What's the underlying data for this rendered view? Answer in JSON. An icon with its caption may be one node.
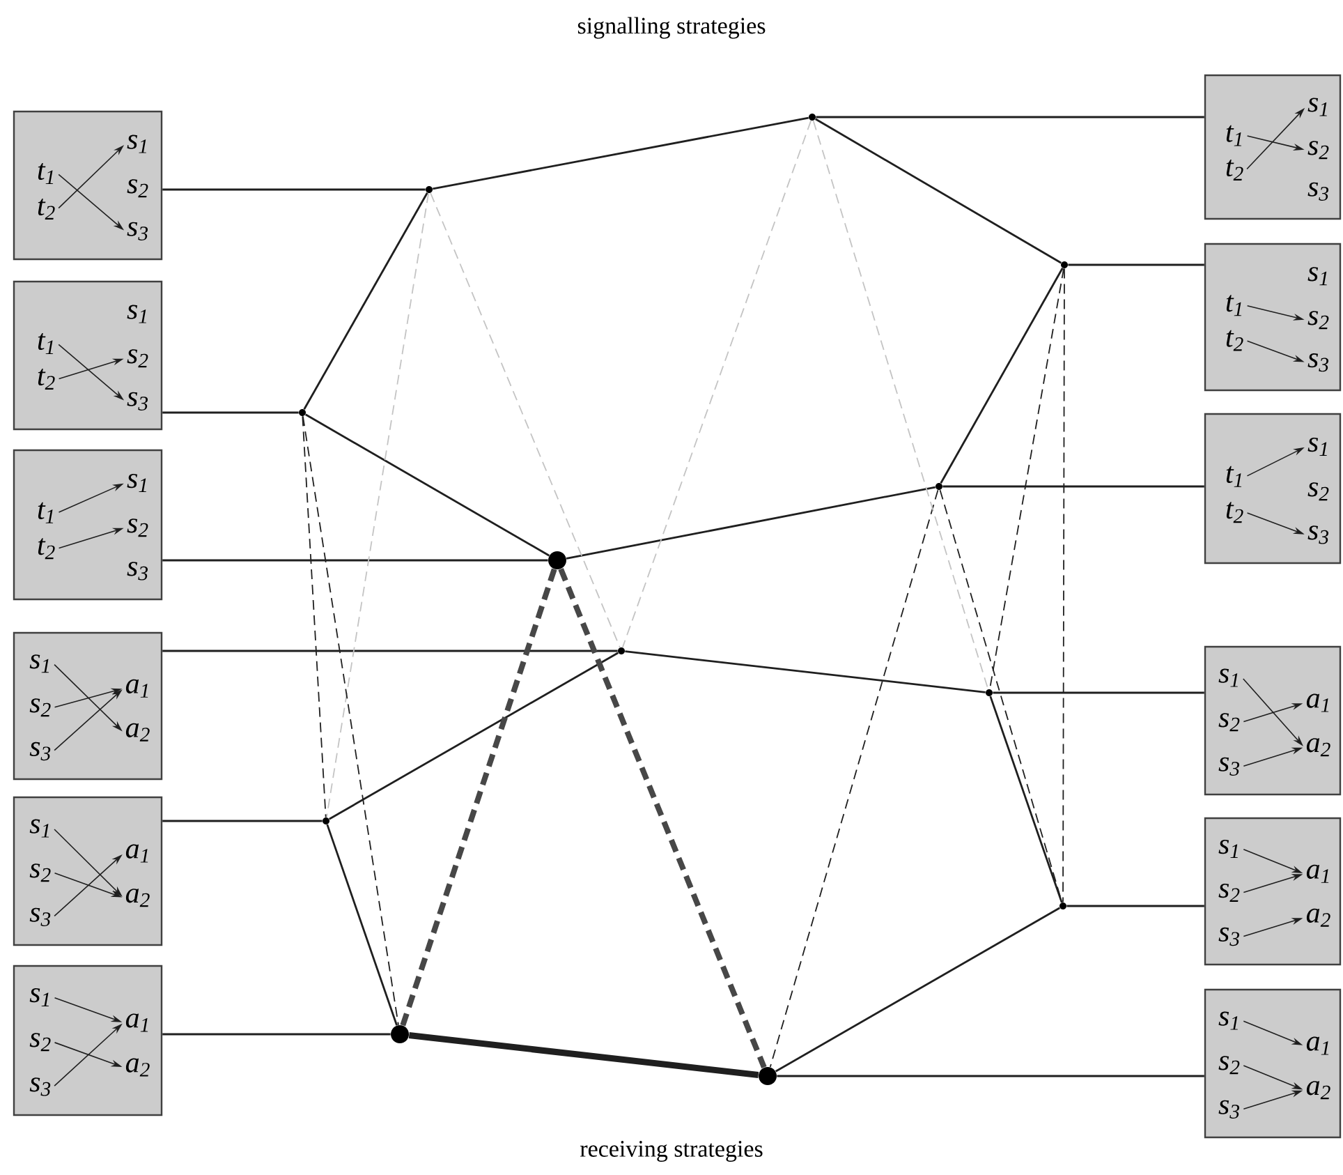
{
  "diagram": {
    "nodes": [
      {
        "text": [],
        "shape": "box"
      },
      {
        "text": [
          "t$_{1}$"
        ],
        "in": 0
      },
      {
        "text": [
          "t$_{2}$"
        ],
        "in": 0
      },
      {
        "text": [
          "s$_{1}$"
        ],
        "in": 0
      },
      {
        "text": [
          "s$_{2}$"
        ],
        "in": 0
      },
      {
        "text": [
          "s$_{3}$"
        ],
        "in": 0
      },
      {
        "text": [],
        "shape": "box"
      },
      {
        "text": [
          "t$_{1}$"
        ],
        "in": 6
      },
      {
        "text": [
          "t$_{2}$"
        ],
        "in": 6
      },
      {
        "text": [
          "s$_{1}$"
        ],
        "in": 6
      },
      {
        "text": [
          "s$_{2}$"
        ],
        "in": 6
      },
      {
        "text": [
          "s$_{3}$"
        ],
        "in": 6
      },
      {
        "text": [],
        "shape": "box"
      },
      {
        "text": [
          "t$_{1}$"
        ],
        "in": 12
      },
      {
        "text": [
          "t$_{2}$"
        ],
        "in": 12
      },
      {
        "text": [
          "s$_{1}$"
        ],
        "in": 12
      },
      {
        "text": [
          "s$_{2}$"
        ],
        "in": 12
      },
      {
        "text": [
          "s$_{3}$"
        ],
        "in": 12
      },
      {
        "text": [],
        "shape": "box"
      },
      {
        "text": [
          "s$_{1}$"
        ],
        "in": 18
      },
      {
        "text": [
          "s$_{2}$"
        ],
        "in": 18
      },
      {
        "text": [
          "s$_{3}$"
        ],
        "in": 18
      },
      {
        "text": [
          "a$_{1}$"
        ],
        "in": 18
      },
      {
        "text": [
          "a$_{2}$"
        ],
        "in": 18
      },
      {
        "text": [],
        "shape": "box"
      },
      {
        "text": [
          "s$_{1}$"
        ],
        "in": 24
      },
      {
        "text": [
          "s$_{2}$"
        ],
        "in": 24
      },
      {
        "text": [
          "s$_{3}$"
        ],
        "in": 24
      },
      {
        "text": [
          "a$_{1}$"
        ],
        "in": 24
      },
      {
        "text": [
          "a$_{2}$"
        ],
        "in": 24
      },
      {
        "text": [],
        "shape": "box"
      },
      {
        "text": [
          "s$_{1}$"
        ],
        "in": 30
      },
      {
        "text": [
          "s$_{2}$"
        ],
        "in": 30
      },
      {
        "text": [
          "s$_{3}$"
        ],
        "in": 30
      },
      {
        "text": [
          "a$_{1}$"
        ],
        "in": 30
      },
      {
        "text": [
          "a$_{2}$"
        ],
        "in": 30
      },
      {
        "text": [],
        "shape": "box"
      },
      {
        "text": [
          "t$_{1}$"
        ],
        "in": 36
      },
      {
        "text": [
          "t$_{2}$"
        ],
        "in": 36
      },
      {
        "text": [
          "s$_{1}$"
        ],
        "in": 36
      },
      {
        "text": [
          "s$_{2}$"
        ],
        "in": 36
      },
      {
        "text": [
          "s$_{3}$"
        ],
        "in": 36
      },
      {
        "text": [],
        "shape": "box"
      },
      {
        "text": [
          "t$_{1}$"
        ],
        "in": 42
      },
      {
        "text": [
          "t$_{2}$"
        ],
        "in": 42
      },
      {
        "text": [
          "s$_{1}$"
        ],
        "in": 42
      },
      {
        "text": [
          "s$_{2}$"
        ],
        "in": 42
      },
      {
        "text": [
          "s$_{3}$"
        ],
        "in": 42
      },
      {
        "text": [],
        "shape": "box"
      },
      {
        "text": [
          "t$_{1}$"
        ],
        "in": 48
      },
      {
        "text": [
          "t$_{2}$"
        ],
        "in": 48
      },
      {
        "text": [
          "s$_{1}$"
        ],
        "in": 48
      },
      {
        "text": [
          "s$_{2}$"
        ],
        "in": 48
      },
      {
        "text": [
          "s$_{3}$"
        ],
        "in": 48
      },
      {
        "text": [],
        "shape": "box"
      },
      {
        "text": [
          "s$_{1}$"
        ],
        "in": 54
      },
      {
        "text": [
          "s$_{2}$"
        ],
        "in": 54
      },
      {
        "text": [
          "s$_{3}$"
        ],
        "in": 54
      },
      {
        "text": [
          "a$_{1}$"
        ],
        "in": 54
      },
      {
        "text": [
          "a$_{2}$"
        ],
        "in": 54
      },
      {
        "text": [],
        "shape": "box"
      },
      {
        "text": [
          "s$_{1}$"
        ],
        "in": 60
      },
      {
        "text": [
          "s$_{2}$"
        ],
        "in": 60
      },
      {
        "text": [
          "s$_{3}$"
        ],
        "in": 60
      },
      {
        "text": [
          "a$_{1}$"
        ],
        "in": 60
      },
      {
        "text": [
          "a$_{2}$"
        ],
        "in": 60
      },
      {
        "text": [],
        "shape": "box"
      },
      {
        "text": [
          "s$_{1}$"
        ],
        "in": 66
      },
      {
        "text": [
          "s$_{2}$"
        ],
        "in": 66
      },
      {
        "text": [
          "s$_{3}$"
        ],
        "in": 66
      },
      {
        "text": [
          "a$_{1}$"
        ],
        "in": 66
      },
      {
        "text": [
          "a$_{2}$"
        ],
        "in": 66
      },
      {
        "text": [],
        "shape": "circle"
      },
      {
        "text": [],
        "shape": "circle"
      },
      {
        "text": [],
        "shape": "circle"
      },
      {
        "text": [],
        "shape": "circle"
      },
      {
        "text": [],
        "shape": "circle"
      },
      {
        "text": [],
        "shape": "circle"
      },
      {
        "text": [],
        "shape": "circle"
      },
      {
        "text": [],
        "shape": "circle"
      },
      {
        "text": [],
        "shape": "circle"
      },
      {
        "text": [],
        "shape": "circle"
      },
      {
        "text": [],
        "shape": "circle"
      },
      {
        "text": [],
        "shape": "circle"
      }
    ],
    "edges": [
      {
        "from": 1,
        "to": 5,
        "arrow": "to"
      },
      {
        "from": 2,
        "to": 3,
        "arrow": "to"
      },
      {
        "from": 7,
        "to": 11,
        "arrow": "to"
      },
      {
        "from": 8,
        "to": 10,
        "arrow": "to"
      },
      {
        "from": 13,
        "to": 15,
        "arrow": "to"
      },
      {
        "from": 14,
        "to": 16,
        "arrow": "to"
      },
      {
        "from": 19,
        "to": 23,
        "arrow": "to"
      },
      {
        "from": 20,
        "to": 22,
        "arrow": "to"
      },
      {
        "from": 21,
        "to": 22,
        "arrow": "to"
      },
      {
        "from": 25,
        "to": 29,
        "arrow": "to"
      },
      {
        "from": 26,
        "to": 29,
        "arrow": "to"
      },
      {
        "from": 27,
        "to": 28,
        "arrow": "to"
      },
      {
        "from": 31,
        "to": 34,
        "arrow": "to"
      },
      {
        "from": 32,
        "to": 35,
        "arrow": "to"
      },
      {
        "from": 33,
        "to": 34,
        "arrow": "to"
      },
      {
        "from": 37,
        "to": 40,
        "arrow": "to"
      },
      {
        "from": 38,
        "to": 39,
        "arrow": "to"
      },
      {
        "from": 43,
        "to": 46,
        "arrow": "to"
      },
      {
        "from": 44,
        "to": 47,
        "arrow": "to"
      },
      {
        "from": 49,
        "to": 51,
        "arrow": "to"
      },
      {
        "from": 50,
        "to": 53,
        "arrow": "to"
      },
      {
        "from": 55,
        "to": 59,
        "arrow": "to"
      },
      {
        "from": 56,
        "to": 58,
        "arrow": "to"
      },
      {
        "from": 57,
        "to": 59,
        "arrow": "to"
      },
      {
        "from": 61,
        "to": 64,
        "arrow": "to"
      },
      {
        "from": 62,
        "to": 64,
        "arrow": "to"
      },
      {
        "from": 63,
        "to": 65,
        "arrow": "to"
      },
      {
        "from": 67,
        "to": 70,
        "arrow": "to"
      },
      {
        "from": 68,
        "to": 71,
        "arrow": "to"
      },
      {
        "from": 69,
        "to": 71,
        "arrow": "to"
      },
      {
        "from": 0,
        "to": 72,
        "arrow": "none"
      },
      {
        "from": 6,
        "to": 73,
        "arrow": "none"
      },
      {
        "from": 12,
        "to": 74,
        "arrow": "none"
      },
      {
        "from": 18,
        "to": 78,
        "arrow": "none"
      },
      {
        "from": 24,
        "to": 79,
        "arrow": "none"
      },
      {
        "from": 30,
        "to": 80,
        "arrow": "none"
      },
      {
        "from": 36,
        "to": 77,
        "arrow": "none"
      },
      {
        "from": 42,
        "to": 76,
        "arrow": "none"
      },
      {
        "from": 48,
        "to": 75,
        "arrow": "none"
      },
      {
        "from": 54,
        "to": 83,
        "arrow": "none"
      },
      {
        "from": 60,
        "to": 82,
        "arrow": "none"
      },
      {
        "from": 66,
        "to": 81,
        "arrow": "none"
      },
      {
        "from": 77,
        "to": 72,
        "arrow": "none"
      },
      {
        "from": 72,
        "to": 73,
        "arrow": "none"
      },
      {
        "from": 73,
        "to": 74,
        "arrow": "none"
      },
      {
        "from": 74,
        "to": 75,
        "arrow": "none"
      },
      {
        "from": 75,
        "to": 76,
        "arrow": "none"
      },
      {
        "from": 76,
        "to": 77,
        "arrow": "none"
      },
      {
        "from": 78,
        "to": 79,
        "arrow": "none"
      },
      {
        "from": 79,
        "to": 80,
        "arrow": "none"
      },
      {
        "from": 80,
        "to": 81,
        "arrow": "none",
        "style": "thick"
      },
      {
        "from": 81,
        "to": 82,
        "arrow": "none"
      },
      {
        "from": 82,
        "to": 83,
        "arrow": "none"
      },
      {
        "from": 83,
        "to": 78,
        "arrow": "none"
      },
      {
        "from": 72,
        "to": 79,
        "arrow": "none",
        "style": "dashed",
        "color": "#c4c4c4"
      },
      {
        "from": 72,
        "to": 78,
        "arrow": "none",
        "style": "dashed",
        "color": "#c4c4c4"
      },
      {
        "from": 73,
        "to": 79,
        "arrow": "none",
        "style": "dashed"
      },
      {
        "from": 73,
        "to": 80,
        "arrow": "none",
        "style": "dashed"
      },
      {
        "from": 74,
        "to": 80,
        "arrow": "none",
        "style": "dashed",
        "color": "#474747"
      },
      {
        "from": 74,
        "to": 81,
        "arrow": "none",
        "style": "dashed",
        "color": "#474747"
      },
      {
        "from": 75,
        "to": 81,
        "arrow": "none",
        "style": "dashed"
      },
      {
        "from": 75,
        "to": 82,
        "arrow": "none",
        "style": "dashed"
      },
      {
        "from": 76,
        "to": 82,
        "arrow": "none",
        "style": "dashed"
      },
      {
        "from": 76,
        "to": 83,
        "arrow": "none",
        "style": "dashed"
      },
      {
        "from": 77,
        "to": 83,
        "arrow": "none",
        "style": "dashed",
        "color": "#c4c4c4"
      },
      {
        "from": 77,
        "to": 78,
        "arrow": "none",
        "style": "dashed",
        "color": "#c4c4c4"
      }
    ],
    "labels": [
      "signalling strategies",
      "receiving strategies"
    ]
  }
}
